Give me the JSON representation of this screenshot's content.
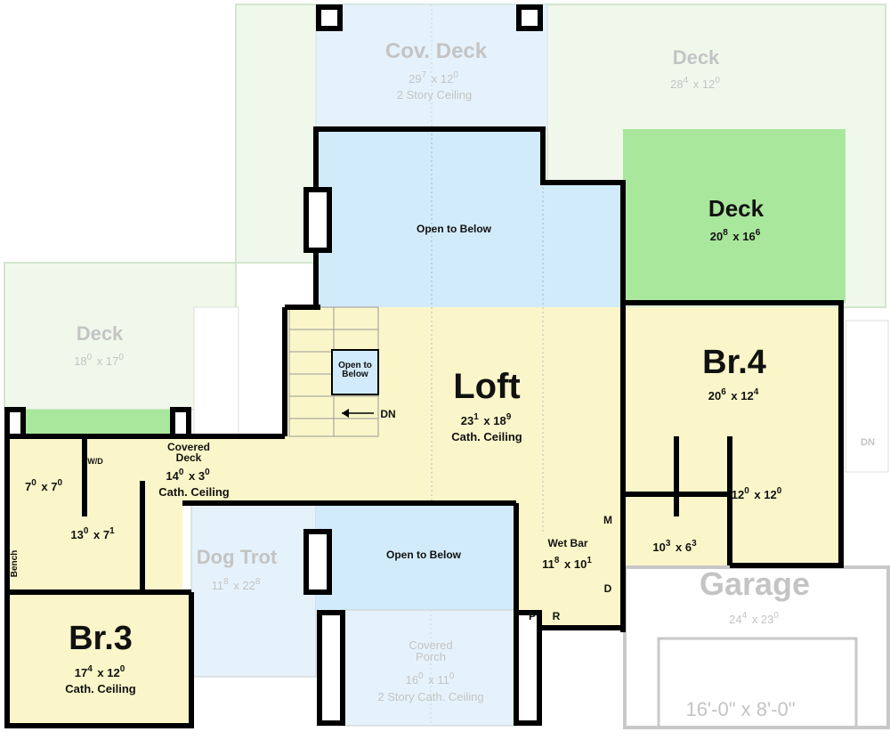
{
  "colors": {
    "wall": "#000000",
    "interior": "#fbf6c9",
    "open_to_below": "#d2ebfb",
    "covered_outdoor": "#e5f2fb",
    "deck_upper": "#f0f8ec",
    "deck_main": "#a9e79c",
    "garage_outline": "#c8c8c8",
    "faded_text": "#c4c4c4"
  },
  "rooms": {
    "cov_deck": {
      "name": "Cov. Deck",
      "w": "29",
      "wi": "7",
      "d": "12",
      "di": "0",
      "note": "2 Story Ceiling"
    },
    "deck_top": {
      "name": "Deck",
      "w": "28",
      "wi": "4",
      "d": "12",
      "di": "0"
    },
    "deck_main": {
      "name": "Deck",
      "w": "20",
      "wi": "8",
      "d": "16",
      "di": "6"
    },
    "open_upper": {
      "name": "Open to Below"
    },
    "deck_left": {
      "name": "Deck",
      "w": "18",
      "wi": "0",
      "d": "17",
      "di": "0"
    },
    "open_stair": {
      "line1": "Open to",
      "line2": "Below"
    },
    "stair_dn": {
      "name": "DN"
    },
    "loft": {
      "name": "Loft",
      "w": "23",
      "wi": "1",
      "d": "18",
      "di": "9",
      "note": "Cath. Ceiling"
    },
    "br4": {
      "name": "Br.4",
      "w": "20",
      "wi": "6",
      "d": "12",
      "di": "4"
    },
    "covered_deck": {
      "line1": "Covered",
      "line2": "Deck",
      "w": "14",
      "wi": "0",
      "d": "3",
      "di": "0",
      "note": "Cath. Ceiling"
    },
    "closet_br3": {
      "w": "7",
      "wi": "0",
      "d": "7",
      "di": "0"
    },
    "wd": {
      "name": "W/D"
    },
    "bath_br3": {
      "w": "13",
      "wi": "0",
      "d": "7",
      "di": "1"
    },
    "bench": {
      "name": "Bench"
    },
    "dog_trot": {
      "name": "Dog Trot",
      "w": "11",
      "wi": "8",
      "d": "22",
      "di": "8"
    },
    "open_lower": {
      "name": "Open to Below"
    },
    "wet_bar": {
      "name": "Wet Bar",
      "w": "11",
      "wi": "8",
      "d": "10",
      "di": "1"
    },
    "appliances": {
      "m": "M",
      "d": "D",
      "p": "P",
      "r": "R"
    },
    "closet_br4": {
      "w": "10",
      "wi": "3",
      "d": "6",
      "di": "3"
    },
    "bath_br4": {
      "w": "12",
      "wi": "0",
      "d": "12",
      "di": "0"
    },
    "stair_right": {
      "name": "DN"
    },
    "garage": {
      "name": "Garage",
      "w": "24",
      "wi": "4",
      "d": "23",
      "di": "0",
      "door": "16'-0\" x 8'-0\""
    },
    "br3": {
      "name": "Br.3",
      "w": "17",
      "wi": "4",
      "d": "12",
      "di": "0",
      "note": "Cath. Ceiling"
    },
    "covered_porch": {
      "line1": "Covered",
      "line2": "Porch",
      "w": "16",
      "wi": "0",
      "d": "11",
      "di": "0",
      "note": "2 Story Cath. Ceiling"
    }
  }
}
